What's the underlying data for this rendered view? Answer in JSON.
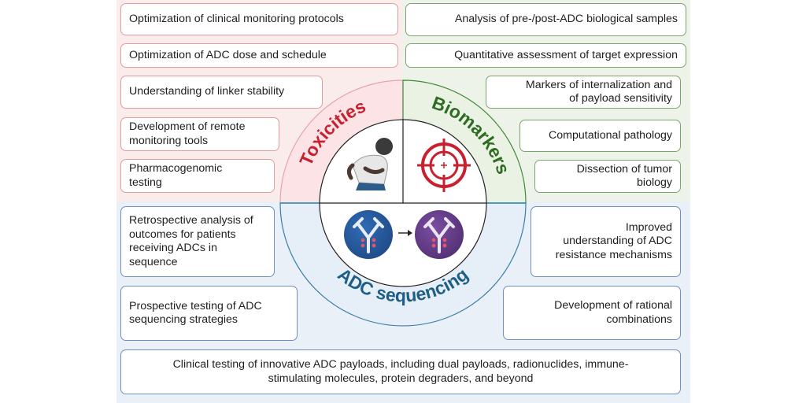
{
  "colors": {
    "toxicities_bg": "#f9ecea",
    "biomarkers_bg": "#eef3ea",
    "sequencing_bg": "#eaf0f7",
    "toxicities_text": "#c8202f",
    "biomarkers_text": "#2f6b22",
    "sequencing_text": "#1f5f86"
  },
  "sections": {
    "toxicities": {
      "label": "Toxicities",
      "items": [
        "Optimization of clinical monitoring protocols",
        "Optimization of ADC dose and schedule",
        "Understanding of linker stability",
        "Development of remote\nmonitoring tools",
        "Pharmacogenomic\ntesting"
      ]
    },
    "biomarkers": {
      "label": "Biomarkers",
      "items": [
        "Analysis of pre-/post-ADC biological samples",
        "Quantitative assessment of target expression",
        "Markers of internalization and\nof payload sensitivity",
        "Computational pathology",
        "Dissection of tumor\nbiology"
      ]
    },
    "sequencing": {
      "label": "ADC sequencing",
      "items": [
        "Retrospective analysis of\noutcomes for patients\nreceiving ADCs in\nsequence",
        "Prospective testing of ADC\nsequencing strategies",
        "Improved\nunderstanding of ADC\nresistance mechanisms",
        "Development of rational\ncombinations",
        "Clinical testing of innovative ADC payloads, including dual payloads, radionuclides, immune-\nstimulating molecules, protein degraders, and beyond"
      ]
    }
  },
  "icons": {
    "toxicities": "patient-in-pain-icon",
    "biomarkers": "target-crosshair-icon",
    "sequencing": "antibody-sequence-icon"
  }
}
